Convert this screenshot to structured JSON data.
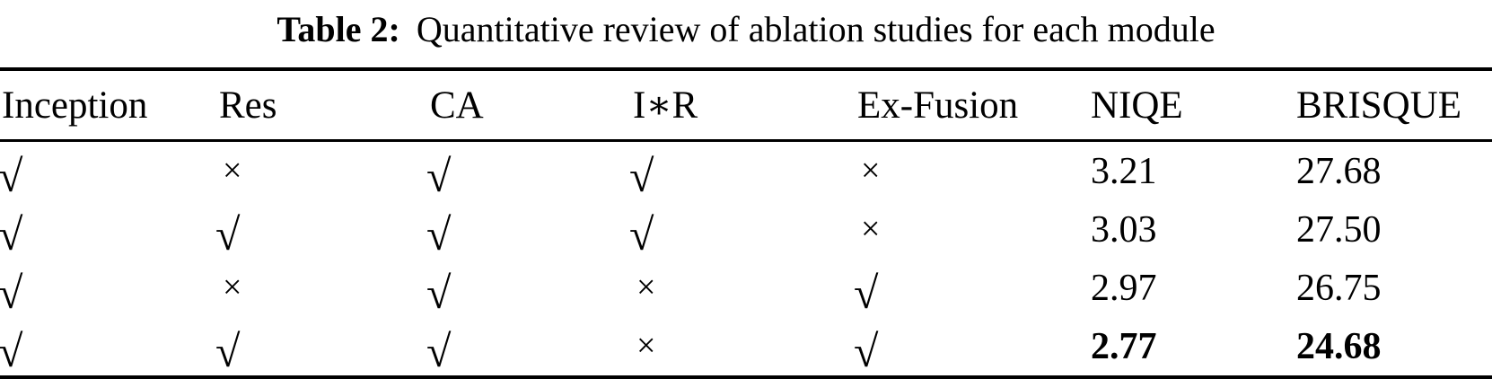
{
  "caption": {
    "label": "Table 2:",
    "text": "Quantitative review of ablation studies for each module"
  },
  "symbols": {
    "check": "√",
    "cross": "×"
  },
  "table": {
    "columns": [
      {
        "key": "inception",
        "label": "Inception",
        "type": "flag"
      },
      {
        "key": "res",
        "label": "Res",
        "type": "flag"
      },
      {
        "key": "ca",
        "label": "CA",
        "type": "flag"
      },
      {
        "key": "ir",
        "label": "I∗R",
        "type": "flag"
      },
      {
        "key": "exfusion",
        "label": "Ex-Fusion",
        "type": "flag"
      },
      {
        "key": "niqe",
        "label": "NIQE",
        "type": "metric"
      },
      {
        "key": "brisque",
        "label": "BRISQUE",
        "type": "metric"
      }
    ],
    "rows": [
      {
        "inception": "check",
        "res": "cross",
        "ca": "check",
        "ir": "check",
        "exfusion": "cross",
        "niqe": "3.21",
        "brisque": "27.68",
        "bold_metrics": false
      },
      {
        "inception": "check",
        "res": "check",
        "ca": "check",
        "ir": "check",
        "exfusion": "cross",
        "niqe": "3.03",
        "brisque": "27.50",
        "bold_metrics": false
      },
      {
        "inception": "check",
        "res": "cross",
        "ca": "check",
        "ir": "cross",
        "exfusion": "check",
        "niqe": "2.97",
        "brisque": "26.75",
        "bold_metrics": false
      },
      {
        "inception": "check",
        "res": "check",
        "ca": "check",
        "ir": "cross",
        "exfusion": "check",
        "niqe": "2.77",
        "brisque": "24.68",
        "bold_metrics": true
      }
    ]
  },
  "colors": {
    "text": "#000000",
    "background": "#ffffff",
    "rule": "#000000"
  }
}
